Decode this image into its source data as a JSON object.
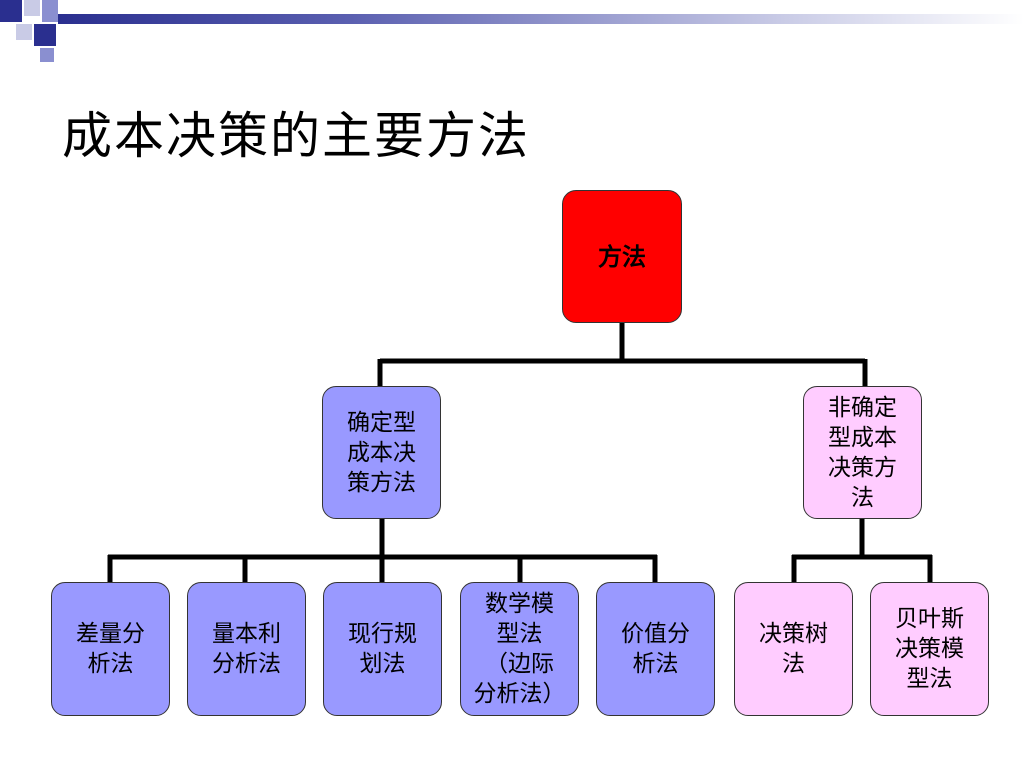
{
  "slide": {
    "title": "成本决策的主要方法"
  },
  "diagram": {
    "root": {
      "label": "方法"
    },
    "level1": [
      {
        "label": "确定型\n成本决\n策方法"
      },
      {
        "label": "非确定\n型成本\n决策方\n法"
      }
    ],
    "level2": [
      {
        "label": "差量分\n析法"
      },
      {
        "label": "量本利\n分析法"
      },
      {
        "label": "现行规\n划法"
      },
      {
        "label": "数学模\n型法\n（边际\n分析法）"
      },
      {
        "label": "价值分\n析法"
      },
      {
        "label": "决策树\n法"
      },
      {
        "label": "贝叶斯\n决策模\n型法"
      }
    ]
  },
  "colors": {
    "root": "#ff0000",
    "deterministic": "#9999ff",
    "non_deterministic": "#ffccff",
    "connector": "#000000"
  }
}
